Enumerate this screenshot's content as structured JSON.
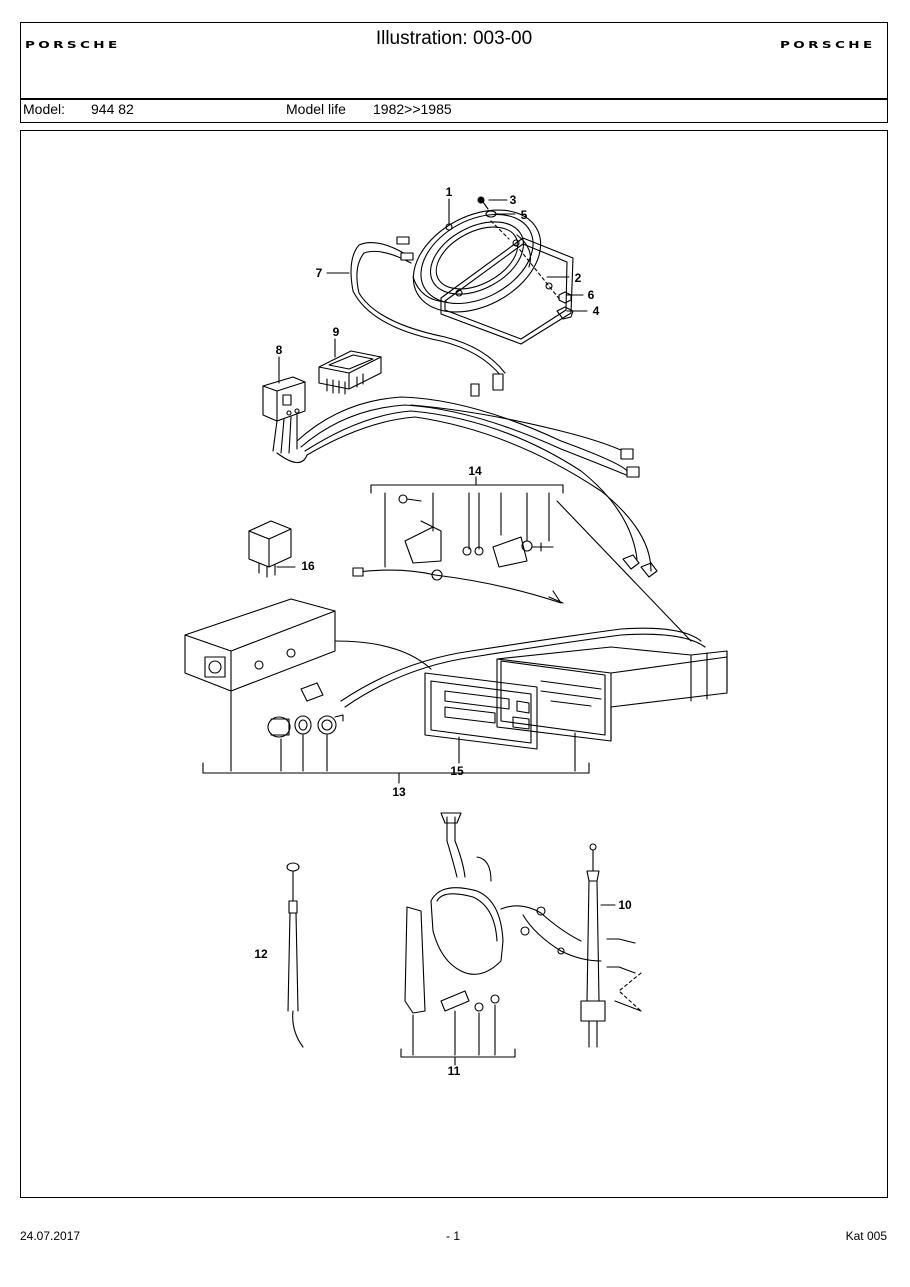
{
  "header": {
    "title": "Illustration: 003-00",
    "logo_left": "PORSCHE",
    "logo_right": "PORSCHE"
  },
  "model_row": {
    "model_label": "Model:",
    "model_value": "944 82",
    "life_label": "Model life",
    "life_value": "1982>>1985"
  },
  "callouts": {
    "c1": "1",
    "c2": "2",
    "c3": "3",
    "c4": "4",
    "c5": "5",
    "c6": "6",
    "c7": "7",
    "c8": "8",
    "c9": "9",
    "c10": "10",
    "c11": "11",
    "c12": "12",
    "c13": "13",
    "c14": "14",
    "c15": "15",
    "c16": "16"
  },
  "footer": {
    "date": "24.07.2017",
    "page": "- 1",
    "catalog": "Kat 005"
  }
}
